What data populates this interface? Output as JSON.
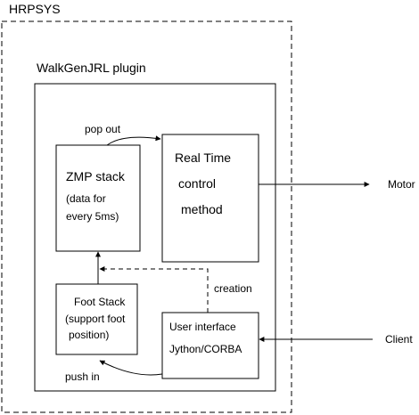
{
  "diagram": {
    "outer_box_label": "HRPSYS",
    "plugin_box_label": "WalkGenJRL plugin",
    "zmp_stack": {
      "title": "ZMP stack",
      "lines": [
        "(data for",
        "every 5ms)"
      ]
    },
    "real_time": {
      "lines": [
        "Real Time",
        "control",
        "method"
      ]
    },
    "foot_stack": {
      "title": "Foot Stack",
      "lines": [
        "(support foot",
        "position)"
      ]
    },
    "user_interface": {
      "title": "User interface",
      "subtitle": "Jython/CORBA"
    },
    "labels": {
      "pop_out": "pop out",
      "creation": "creation",
      "push_in": "push in",
      "motor": "Motor",
      "client": "Client"
    },
    "colors": {
      "line": "#000000",
      "background": "#ffffff"
    }
  }
}
